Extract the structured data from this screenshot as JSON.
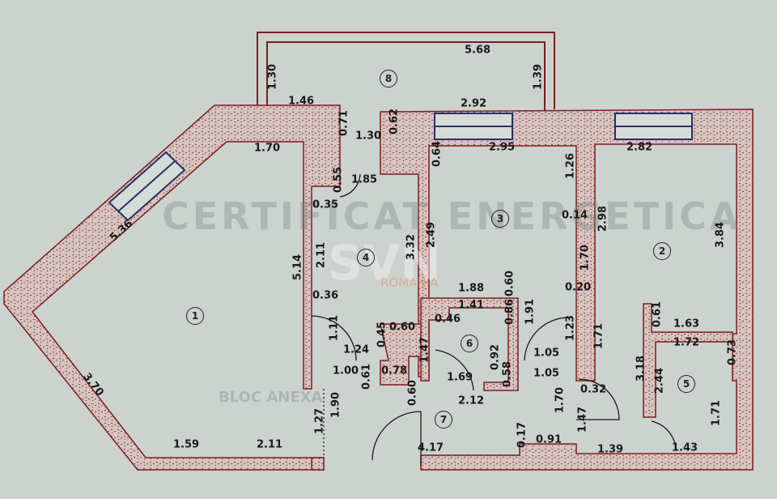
{
  "watermark": {
    "top_text": "CERTIFICAT ENERGETICA",
    "logo": "SVN",
    "logo_sub": "ROMANIA",
    "bottom_text": "BLOC ANEXA"
  },
  "colors": {
    "background": "#ccd2ce",
    "wall_fill": "#d8c3be",
    "wall_line": "#7a1e22",
    "window": "#2a2f66",
    "logo_accent": "#e08a4a"
  },
  "rooms": [
    "1",
    "2",
    "3",
    "4",
    "5",
    "6",
    "7",
    "8"
  ],
  "dims": [
    "5.68",
    "1.30",
    "1.39",
    "1.46",
    "2.92",
    "0.71",
    "1.30",
    "0.62",
    "0.64",
    "2.95",
    "2.82",
    "1.70",
    "1.26",
    "1.85",
    "0.55",
    "0.35",
    "0.14",
    "2.98",
    "3.84",
    "5.36",
    "2.49",
    "3.32",
    "2.11",
    "5.14",
    "1.70",
    "0.60",
    "1.88",
    "1.41",
    "0.36",
    "0.20",
    "0.61",
    "1.63",
    "0.46",
    "0.86",
    "1.91",
    "0.45",
    "0.60",
    "1.11",
    "1.24",
    "1.72",
    "0.73",
    "1.47",
    "1.23",
    "1.71",
    "1.05",
    "1.05",
    "0.92",
    "0.58",
    "1.00",
    "0.61",
    "0.78",
    "1.69",
    "3.18",
    "2.44",
    "0.60",
    "2.12",
    "0.32",
    "1.70",
    "1.47",
    "1.71",
    "1.90",
    "1.27",
    "3.70",
    "0.17",
    "0.91",
    "4.17",
    "1.39",
    "1.43",
    "1.59",
    "2.11"
  ]
}
